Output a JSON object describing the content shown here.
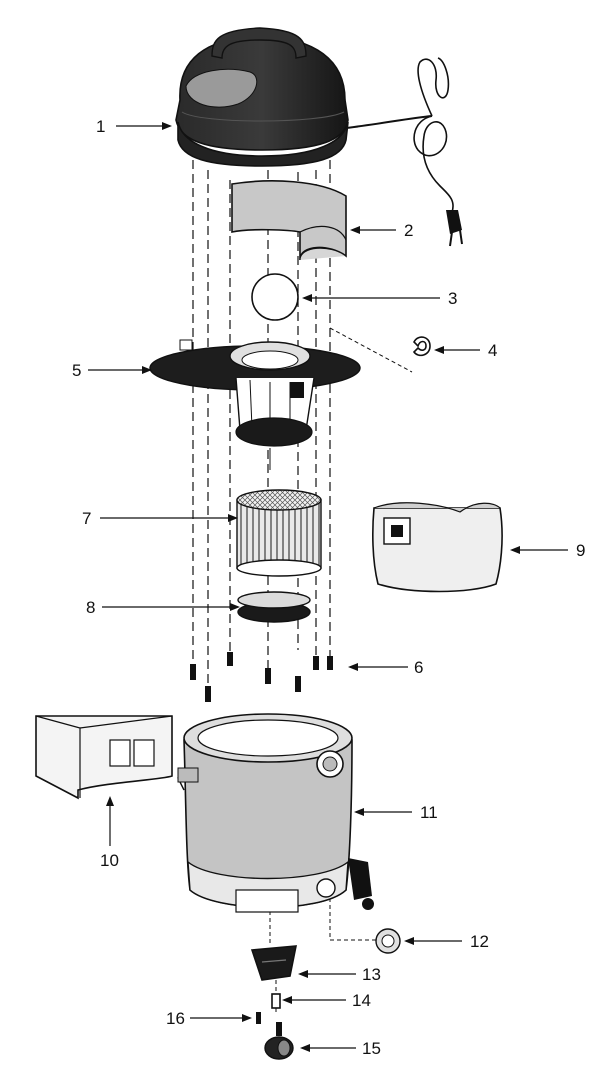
{
  "callouts": [
    {
      "id": "1",
      "label": "1"
    },
    {
      "id": "2",
      "label": "2"
    },
    {
      "id": "3",
      "label": "3"
    },
    {
      "id": "4",
      "label": "4"
    },
    {
      "id": "5",
      "label": "5"
    },
    {
      "id": "6",
      "label": "6"
    },
    {
      "id": "7",
      "label": "7"
    },
    {
      "id": "8",
      "label": "8"
    },
    {
      "id": "9",
      "label": "9"
    },
    {
      "id": "10",
      "label": "10"
    },
    {
      "id": "11",
      "label": "11"
    },
    {
      "id": "12",
      "label": "12"
    },
    {
      "id": "13",
      "label": "13"
    },
    {
      "id": "14",
      "label": "14"
    },
    {
      "id": "15",
      "label": "15"
    },
    {
      "id": "16",
      "label": "16"
    }
  ],
  "colors": {
    "ink": "#111111",
    "dark_fill": "#1c1c1c",
    "mid_gray": "#bdbdbd",
    "light_gray": "#e4e4e4",
    "paper": "#ffffff"
  }
}
